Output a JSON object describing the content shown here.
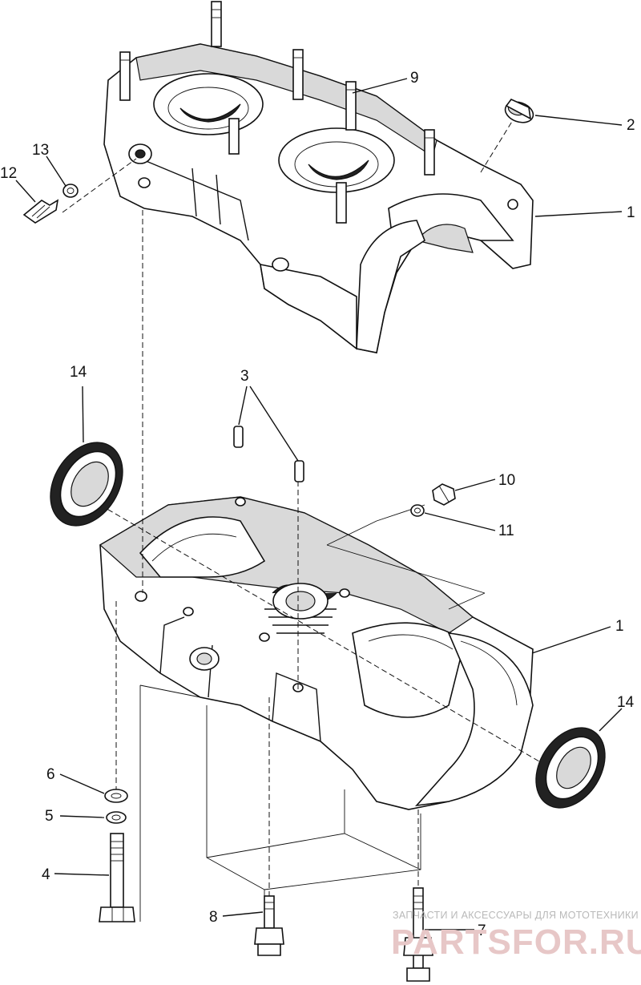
{
  "diagram": {
    "callouts": [
      {
        "id": "c1a",
        "label": "1"
      },
      {
        "id": "c1b",
        "label": "1"
      },
      {
        "id": "c2",
        "label": "2"
      },
      {
        "id": "c3",
        "label": "3"
      },
      {
        "id": "c4",
        "label": "4"
      },
      {
        "id": "c5",
        "label": "5"
      },
      {
        "id": "c6",
        "label": "6"
      },
      {
        "id": "c7",
        "label": "7"
      },
      {
        "id": "c8",
        "label": "8"
      },
      {
        "id": "c9",
        "label": "9"
      },
      {
        "id": "c10",
        "label": "10"
      },
      {
        "id": "c11",
        "label": "11"
      },
      {
        "id": "c12",
        "label": "12"
      },
      {
        "id": "c13",
        "label": "13"
      },
      {
        "id": "c14a",
        "label": "14"
      },
      {
        "id": "c14b",
        "label": "14"
      }
    ]
  },
  "watermark": {
    "tagline": "ЗАПЧАСТИ И АКСЕССУАРЫ ДЛЯ МОТОТЕХНИКИ",
    "logo": "PARTSFOR.RU"
  }
}
